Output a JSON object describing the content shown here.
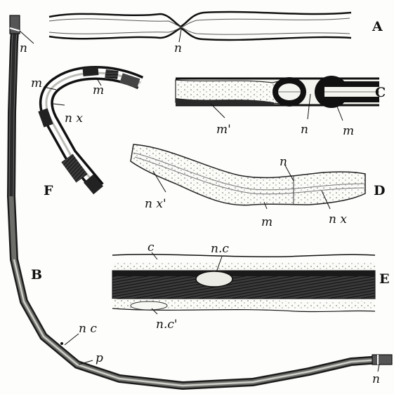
{
  "figure": {
    "panels": {
      "A": "A",
      "B": "B",
      "C": "C",
      "D": "D",
      "E": "E",
      "F": "F"
    },
    "labels": {
      "n_top_left": "n",
      "n_A": "n",
      "m_F": "m",
      "m_F_inner": "m",
      "nx_F": "n x",
      "m_prime_C": "m'",
      "n_C": "n",
      "m_C": "m",
      "n_D": "n",
      "nx_prime_D": "n x'",
      "m_D": "m",
      "nx_D": "n x",
      "c_E": "c",
      "nc_E": "n.c",
      "nc_prime_E": "n.c'",
      "nc_B": "n c",
      "p_B": "p",
      "n_bottom_right": "n"
    }
  }
}
